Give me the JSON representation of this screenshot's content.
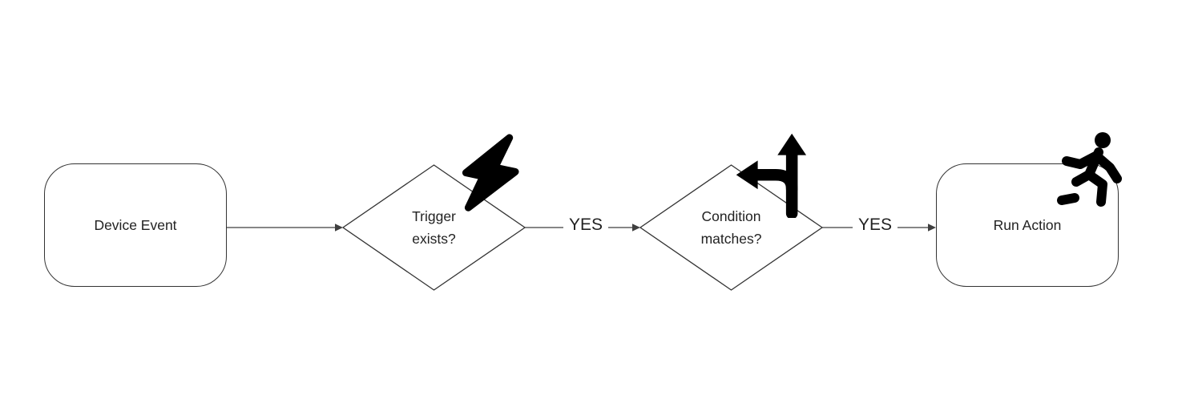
{
  "nodes": {
    "device_event": {
      "label": "Device Event",
      "shape": "rounded-rect"
    },
    "trigger_exists": {
      "label": "Trigger exists?",
      "shape": "decision-diamond"
    },
    "condition_matches": {
      "label": "Condition matches?",
      "shape": "decision-diamond"
    },
    "run_action": {
      "label": "Run Action",
      "shape": "rounded-rect"
    }
  },
  "edges": {
    "device_to_trigger": {
      "label": ""
    },
    "trigger_to_condition": {
      "label": "YES"
    },
    "condition_to_action": {
      "label": "YES"
    }
  },
  "icons": {
    "trigger": "lightning-bolt",
    "condition": "split-arrows-up-left",
    "action": "running-person"
  },
  "colors": {
    "background": "#ffffff",
    "node_stroke": "#333333",
    "arrow": "#3f3f3f",
    "text": "#222222",
    "icon": "#000000"
  }
}
